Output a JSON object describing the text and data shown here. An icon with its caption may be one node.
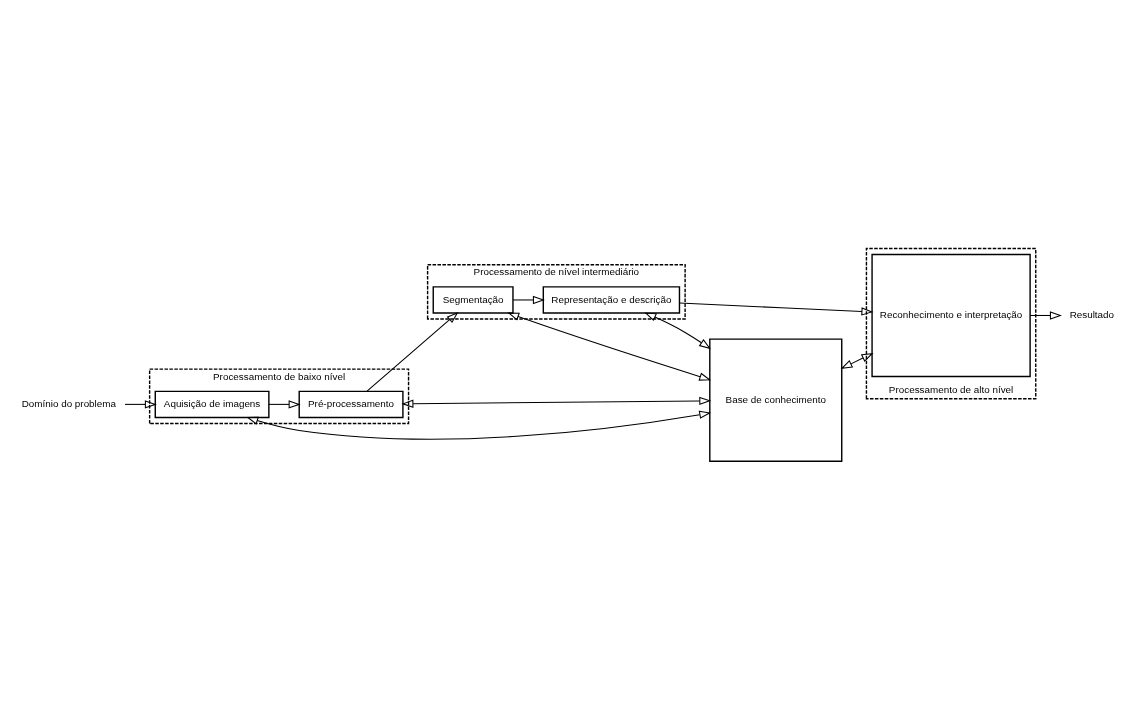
{
  "diagram": {
    "nodes": [
      {
        "text": [
          "Processamento de nível intermediário"
        ]
      },
      {
        "text": [
          "Segmentação"
        ],
        "in": 0
      },
      {
        "text": [
          "Representação e descrição"
        ],
        "in": 0
      },
      {
        "text": [
          "Processamento de baixo nível"
        ]
      },
      {
        "text": [
          "Pré-processamento"
        ],
        "in": 3
      },
      {
        "text": [
          "Aquisição de imagens"
        ],
        "in": 3
      },
      {
        "text": [
          "Processamento de alto nível"
        ]
      },
      {
        "text": [
          "Reconhecimento e interpretação"
        ],
        "in": 6
      },
      {
        "text": [
          "Base de conhecimento"
        ]
      },
      {
        "text": [
          "Domínio do problema"
        ]
      },
      {
        "text": [
          "Resultado"
        ]
      }
    ],
    "edges": [
      {
        "from": 9,
        "to": 5,
        "arrow": "to"
      },
      {
        "from": 5,
        "to": 4,
        "arrow": "to"
      },
      {
        "from": 4,
        "to": 1,
        "arrow": "to"
      },
      {
        "from": 1,
        "to": 2,
        "arrow": "to"
      },
      {
        "from": 2,
        "to": 7,
        "arrow": "to"
      },
      {
        "from": 7,
        "to": 10,
        "arrow": "to"
      },
      {
        "from": 1,
        "to": 8,
        "arrow": "both"
      },
      {
        "from": 2,
        "to": 8,
        "arrow": "both"
      },
      {
        "from": 4,
        "to": 8,
        "arrow": "both"
      },
      {
        "from": 5,
        "to": 8,
        "arrow": "both"
      },
      {
        "from": 8,
        "to": 7,
        "arrow": "both"
      }
    ]
  }
}
